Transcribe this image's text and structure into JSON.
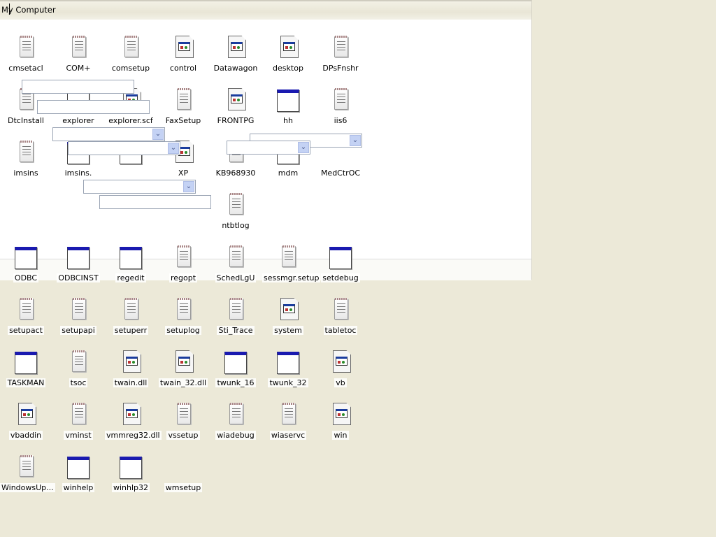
{
  "window": {
    "title": "My Computer"
  },
  "icons": [
    [
      {
        "label": "cmsetacl",
        "type": "notepad"
      },
      {
        "label": "COM+",
        "type": "notepad"
      },
      {
        "label": "comsetup",
        "type": "notepad"
      },
      {
        "label": "control",
        "type": "appdoc"
      },
      {
        "label": "Datawagon",
        "type": "appdoc"
      },
      {
        "label": "desktop",
        "type": "appdoc"
      },
      {
        "label": "DPsFnshr",
        "type": "notepad"
      }
    ],
    [
      {
        "label": "DtcInstall",
        "type": "notepad"
      },
      {
        "label": "explorer",
        "type": "window"
      },
      {
        "label": "explorer.scf",
        "type": "appdoc"
      },
      {
        "label": "FaxSetup",
        "type": "notepad"
      },
      {
        "label": "FRONTPG",
        "type": "appdoc"
      },
      {
        "label": "hh",
        "type": "window"
      },
      {
        "label": "iis6",
        "type": "notepad"
      }
    ],
    [
      {
        "label": "imsins",
        "type": "notepad"
      },
      {
        "label": "imsins.",
        "type": "window"
      },
      {
        "label": "",
        "type": "window"
      },
      {
        "label": "XP",
        "type": "appdoc"
      },
      {
        "label": "KB968930",
        "type": "notepad"
      },
      {
        "label": "mdm",
        "type": "window"
      },
      {
        "label": "MedCtrOC",
        "type": "none"
      }
    ],
    [
      null,
      null,
      null,
      null,
      {
        "label": "ntbtlog",
        "type": "notepad"
      },
      null,
      null
    ],
    [
      {
        "label": "ODBC",
        "type": "window"
      },
      {
        "label": "ODBCINST",
        "type": "window"
      },
      {
        "label": "regedit",
        "type": "window"
      },
      {
        "label": "regopt",
        "type": "notepad"
      },
      {
        "label": "SchedLgU",
        "type": "notepad"
      },
      {
        "label": "sessmgr.setup",
        "type": "notepad"
      },
      {
        "label": "setdebug",
        "type": "window"
      }
    ],
    [
      {
        "label": "setupact",
        "type": "notepad"
      },
      {
        "label": "setupapi",
        "type": "notepad"
      },
      {
        "label": "setuperr",
        "type": "notepad"
      },
      {
        "label": "setuplog",
        "type": "notepad"
      },
      {
        "label": "Sti_Trace",
        "type": "notepad"
      },
      {
        "label": "system",
        "type": "appdoc"
      },
      {
        "label": "tabletoc",
        "type": "notepad"
      }
    ],
    [
      {
        "label": "TASKMAN",
        "type": "window"
      },
      {
        "label": "tsoc",
        "type": "notepad"
      },
      {
        "label": "twain.dll",
        "type": "appdoc"
      },
      {
        "label": "twain_32.dll",
        "type": "appdoc"
      },
      {
        "label": "twunk_16",
        "type": "window"
      },
      {
        "label": "twunk_32",
        "type": "window"
      },
      {
        "label": "vb",
        "type": "appdoc"
      }
    ],
    [
      {
        "label": "vbaddin",
        "type": "appdoc"
      },
      {
        "label": "vminst",
        "type": "notepad"
      },
      {
        "label": "vmmreg32.dll",
        "type": "appdoc"
      },
      {
        "label": "vssetup",
        "type": "notepad"
      },
      {
        "label": "wiadebug",
        "type": "notepad"
      },
      {
        "label": "wiaservc",
        "type": "notepad"
      },
      {
        "label": "win",
        "type": "appdoc"
      }
    ],
    [
      {
        "label": "WindowsUp...",
        "type": "notepad"
      },
      {
        "label": "winhelp",
        "type": "window"
      },
      {
        "label": "winhlp32",
        "type": "window"
      },
      {
        "label": "wmsetup",
        "type": "none"
      },
      null,
      null,
      null
    ]
  ],
  "overlays": [
    {
      "kind": "textbox",
      "value": ""
    },
    {
      "kind": "textbox",
      "value": ""
    },
    {
      "kind": "combo",
      "value": ""
    },
    {
      "kind": "combo",
      "value": ""
    },
    {
      "kind": "combo",
      "value": ""
    },
    {
      "kind": "textbox",
      "value": ""
    },
    {
      "kind": "combo",
      "value": ""
    },
    {
      "kind": "combo",
      "value": ""
    }
  ]
}
